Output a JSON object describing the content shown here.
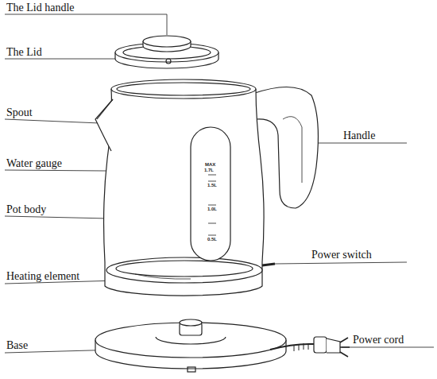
{
  "diagram": {
    "labels": [
      "The Lid handle",
      "The Lid",
      "Spout",
      "Water gauge",
      "Pot body",
      "Heating element",
      "Base",
      "Handle",
      "Power switch",
      "Power cord",
      "MAX",
      "1.7L",
      "1.5L",
      "1.0L",
      "0.5L"
    ]
  }
}
